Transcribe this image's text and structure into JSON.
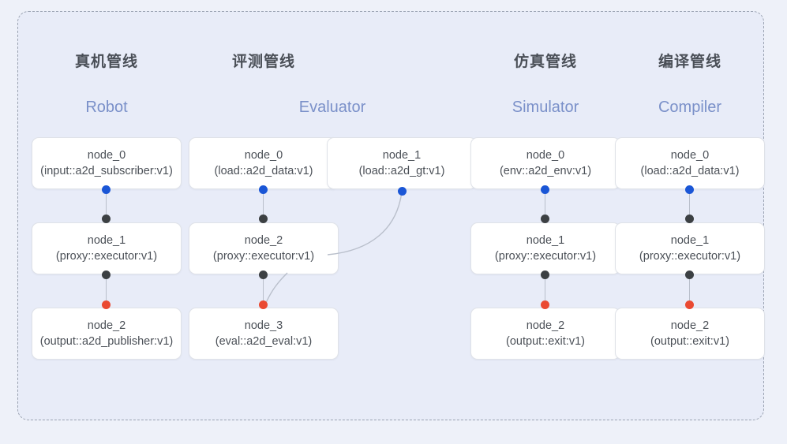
{
  "diagram": {
    "frame_label": "pipeline-group",
    "background_color": "#e8ecf8",
    "page_background_color": "#eef1f9",
    "border_color": "#9aa2b1",
    "accent_blue": "#1a56d6",
    "accent_red": "#ea4a32",
    "accent_black": "#3c4043",
    "title_color": "#4a4f57",
    "subtitle_color": "#7a90c9",
    "edge_color": "#b9bfcb"
  },
  "columns": [
    {
      "key": "robot",
      "title_cn": "真机管线",
      "title_en": "Robot",
      "nodes": [
        {
          "id": "node_0",
          "type": "(input::a2d_subscriber:v1)"
        },
        {
          "id": "node_1",
          "type": "(proxy::executor:v1)"
        },
        {
          "id": "node_2",
          "type": "(output::a2d_publisher:v1)"
        }
      ]
    },
    {
      "key": "evaluator",
      "title_cn": "评测管线",
      "title_en": "Evaluator",
      "nodes": [
        {
          "id": "node_0",
          "type": "(load::a2d_data:v1)"
        },
        {
          "id": "node_1",
          "type": "(load::a2d_gt:v1)"
        },
        {
          "id": "node_2",
          "type": "(proxy::executor:v1)"
        },
        {
          "id": "node_3",
          "type": "(eval::a2d_eval:v1)"
        }
      ]
    },
    {
      "key": "simulator",
      "title_cn": "仿真管线",
      "title_en": "Simulator",
      "nodes": [
        {
          "id": "node_0",
          "type": "(env::a2d_env:v1)"
        },
        {
          "id": "node_1",
          "type": "(proxy::executor:v1)"
        },
        {
          "id": "node_2",
          "type": "(output::exit:v1)"
        }
      ]
    },
    {
      "key": "compiler",
      "title_cn": "编译管线",
      "title_en": "Compiler",
      "nodes": [
        {
          "id": "node_0",
          "type": "(load::a2d_data:v1)"
        },
        {
          "id": "node_1",
          "type": "(proxy::executor:v1)"
        },
        {
          "id": "node_2",
          "type": "(output::exit:v1)"
        }
      ]
    }
  ]
}
